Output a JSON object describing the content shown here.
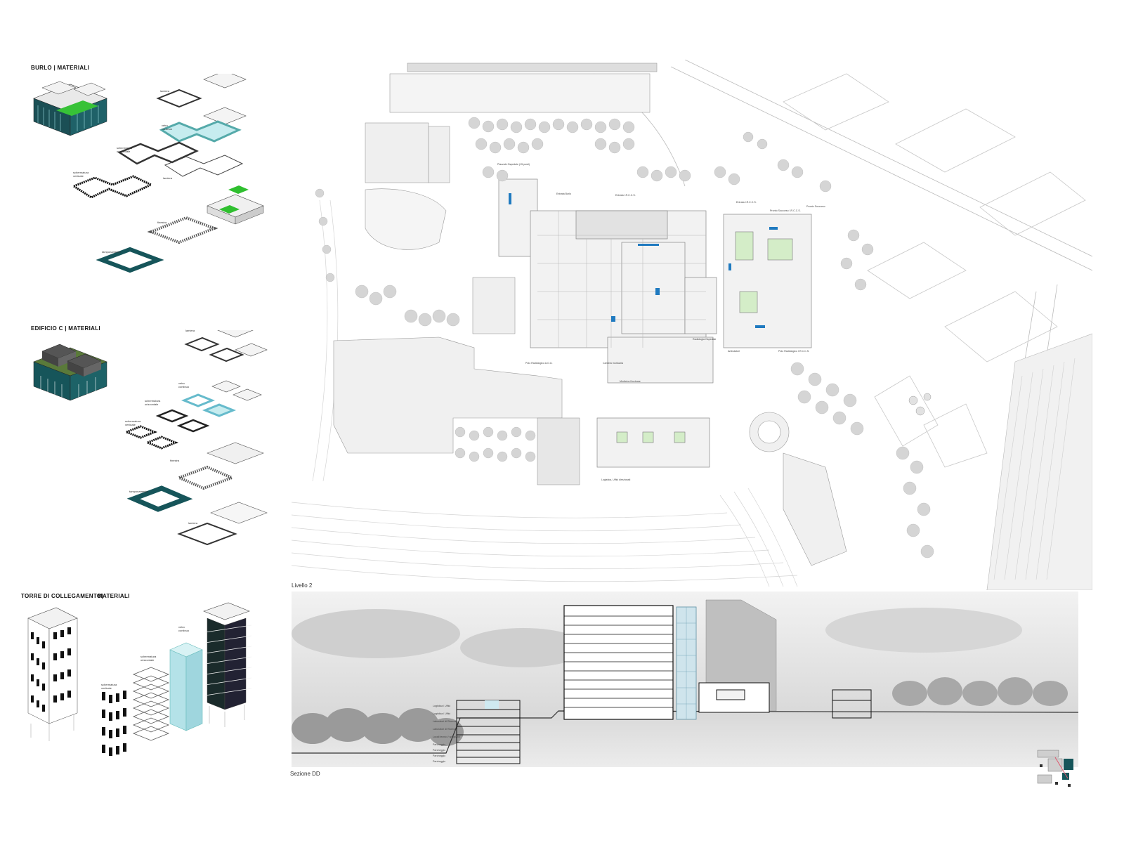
{
  "left_panel": {
    "burlo": {
      "heading": "BURLO |   MATERIALI",
      "labels": [
        "lamiera",
        "vetro continuo",
        "schermatura orizzontale",
        "schermatura verticale",
        "lamiera",
        "finestra",
        "tamponamento"
      ]
    },
    "edificio_c": {
      "heading": "EDIFICIO C |    MATERIALI",
      "labels": [
        "lamiera",
        "vetro continuo",
        "schermatura orizzontale",
        "schermatura verticale",
        "finestra",
        "tamponamento",
        "lamiera"
      ]
    },
    "torre": {
      "heading": "TORRE DI COLLEGAMENTO|",
      "heading2": "MATERIALI",
      "labels": [
        "vetro continuo",
        "schermatura orizzontale",
        "schermatura verticale"
      ]
    }
  },
  "site_plan": {
    "caption": "Livello 2",
    "labels": [
      "Piazzale Ospedale (15 posti)",
      "Entrata Burlo",
      "Entrata I.R.C.C.S.",
      "Entrata I.R.C.C.S.",
      "Pronto Soccorso I.R.C.C.S.",
      "Pronto Soccorso",
      "Radiologia Ospedale",
      "Ambulatori",
      "Polo Radiologico I.R.C.C.S.",
      "Polo Radiologico A.O.U.",
      "Camera mortuaria",
      "Medicina Nucleare",
      "Logistica, Uffici direzionali"
    ]
  },
  "section": {
    "caption": "Sezione DD",
    "floor_labels": [
      "Logistica / Uffici",
      "Logistica / Uffici",
      "Laboratori di Ricerca",
      "Laboratori di Ricerca",
      "Locali tecnici / spogliatoi",
      "Parcheggio",
      "Parcheggio",
      "Parcheggio",
      "Parcheggio"
    ]
  },
  "colors": {
    "teal": "#16555a",
    "green": "#2fbf2f",
    "glass": "#b9e7ec",
    "plan_blue": "#1f7ac0"
  }
}
